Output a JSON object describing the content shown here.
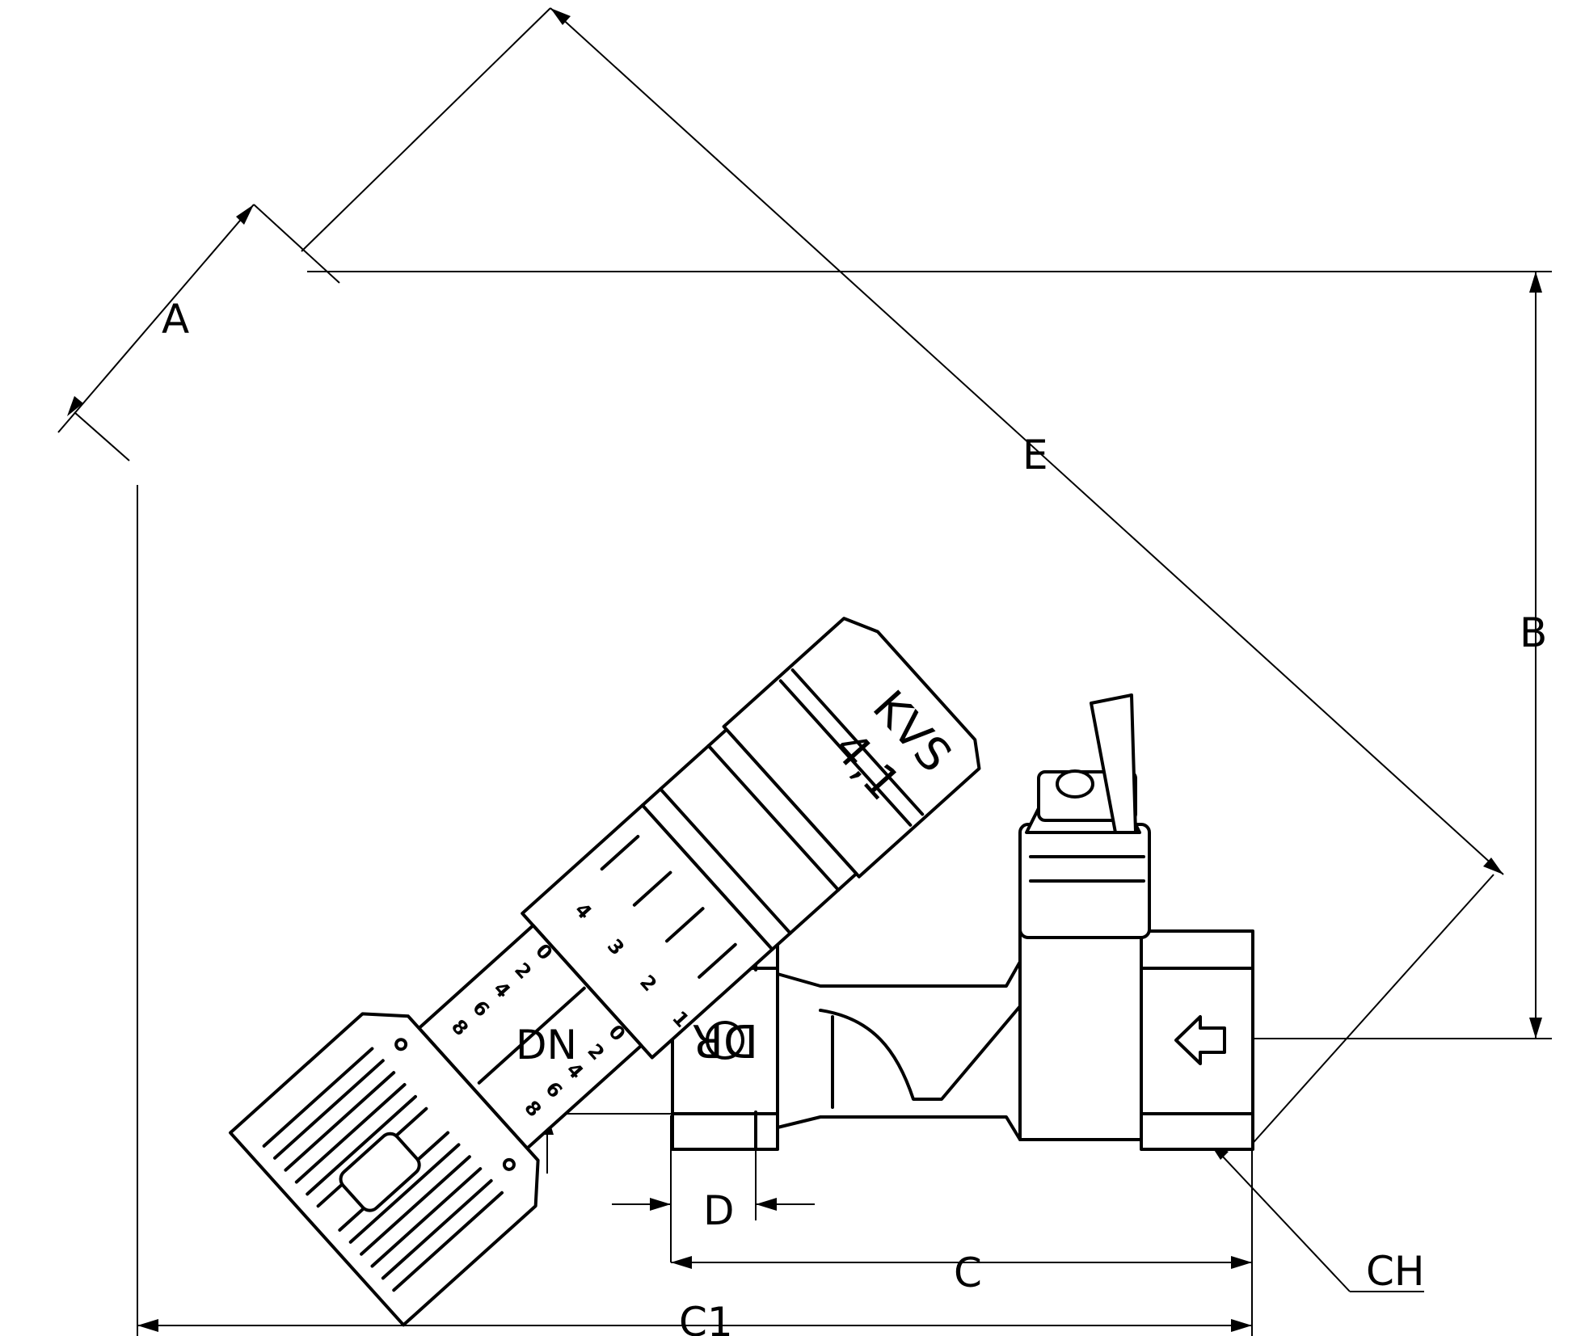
{
  "dimensions": {
    "A": "A",
    "B": "B",
    "C": "C",
    "C1": "C1",
    "D": "D",
    "DN": "DN",
    "E": "E",
    "CH": "CH"
  },
  "valve": {
    "kvs_label": "KVS",
    "kvs_value": "4,1",
    "logo": "DR",
    "scale_outer": [
      "8",
      "6",
      "4",
      "2",
      "0"
    ],
    "scale_inner": [
      "8",
      "6",
      "4",
      "2",
      "0"
    ],
    "turns": [
      "1",
      "2",
      "3",
      "4"
    ]
  }
}
